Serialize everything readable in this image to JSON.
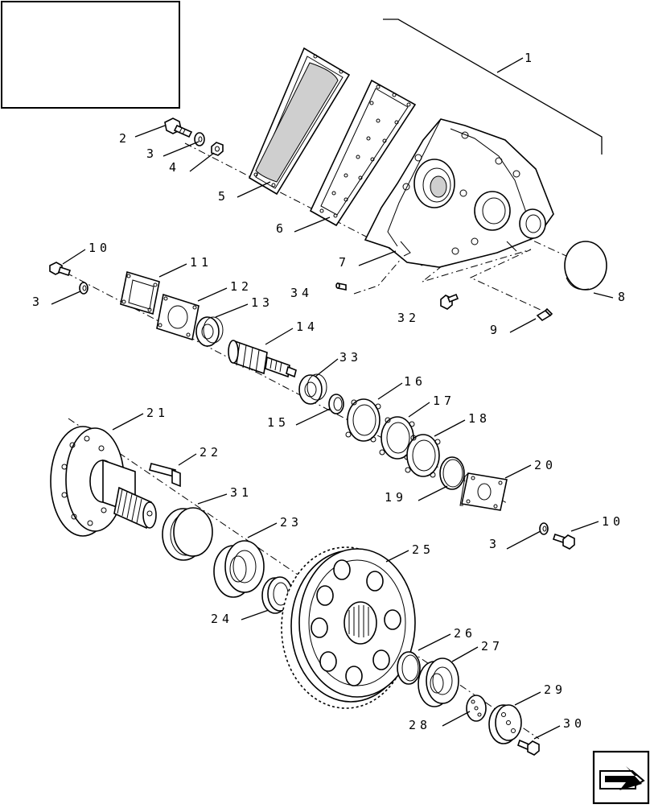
{
  "title_box": {
    "text": ""
  },
  "nav": {
    "icon": "next-page-arrow-icon"
  },
  "callouts": [
    {
      "id": "c1",
      "label": "1"
    },
    {
      "id": "c2",
      "label": "2"
    },
    {
      "id": "c3a",
      "label": "3"
    },
    {
      "id": "c4",
      "label": "4"
    },
    {
      "id": "c5",
      "label": "5"
    },
    {
      "id": "c6",
      "label": "6"
    },
    {
      "id": "c7",
      "label": "7"
    },
    {
      "id": "c8",
      "label": "8"
    },
    {
      "id": "c9",
      "label": "9"
    },
    {
      "id": "c10a",
      "label": "10"
    },
    {
      "id": "c3b",
      "label": "3"
    },
    {
      "id": "c11",
      "label": "11"
    },
    {
      "id": "c12",
      "label": "12"
    },
    {
      "id": "c13",
      "label": "13"
    },
    {
      "id": "c14",
      "label": "14"
    },
    {
      "id": "c34",
      "label": "34"
    },
    {
      "id": "c32",
      "label": "32"
    },
    {
      "id": "c33",
      "label": "33"
    },
    {
      "id": "c16",
      "label": "16"
    },
    {
      "id": "c15",
      "label": "15"
    },
    {
      "id": "c17",
      "label": "17"
    },
    {
      "id": "c18",
      "label": "18"
    },
    {
      "id": "c21",
      "label": "21"
    },
    {
      "id": "c22",
      "label": "22"
    },
    {
      "id": "c20",
      "label": "20"
    },
    {
      "id": "c19",
      "label": "19"
    },
    {
      "id": "c31",
      "label": "31"
    },
    {
      "id": "c10b",
      "label": "10"
    },
    {
      "id": "c3c",
      "label": "3"
    },
    {
      "id": "c23",
      "label": "23"
    },
    {
      "id": "c25",
      "label": "25"
    },
    {
      "id": "c24",
      "label": "24"
    },
    {
      "id": "c26",
      "label": "26"
    },
    {
      "id": "c27",
      "label": "27"
    },
    {
      "id": "c29",
      "label": "29"
    },
    {
      "id": "c28",
      "label": "28"
    },
    {
      "id": "c30",
      "label": "30"
    }
  ]
}
